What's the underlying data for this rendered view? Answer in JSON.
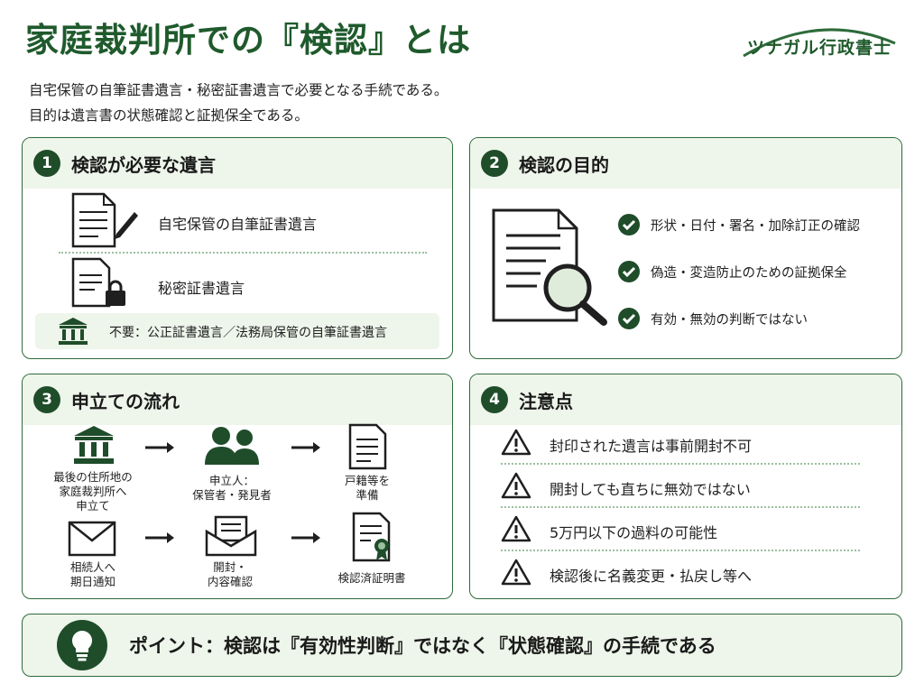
{
  "header": {
    "title": "家庭裁判所での『検認』とは",
    "brand": "ツナガル行政書士",
    "subtitle_lines": [
      "自宅保管の自筆証書遺言・秘密証書遺言で必要となる手続である。",
      "目的は遺言書の状態確認と証拠保全である。"
    ]
  },
  "sections": {
    "required": {
      "number": "1",
      "title": "検認が必要な遺言",
      "items": [
        "自宅保管の自筆証書遺言",
        "秘密証書遺言"
      ],
      "note": "不要：公正証書遺言／法務局保管の自筆証書遺言"
    },
    "purpose": {
      "number": "2",
      "title": "検認の目的",
      "items": [
        "形状・日付・署名・加除訂正の確認",
        "偽造・変造防止のための証拠保全",
        "有効・無効の判断ではない"
      ]
    },
    "flow": {
      "number": "3",
      "title": "申立ての流れ",
      "steps": [
        [
          "最後の住所地の",
          "家庭裁判所へ",
          "申立て"
        ],
        [
          "申立人：",
          "保管者・発見者"
        ],
        [
          "戸籍等を",
          "準備"
        ],
        [
          "相続人へ",
          "期日通知"
        ],
        [
          "開封・",
          "内容確認"
        ],
        [
          "検認済証明書"
        ]
      ]
    },
    "cautions": {
      "number": "4",
      "title": "注意点",
      "items": [
        "封印された遺言は事前開封不可",
        "開封しても直ちに無効ではない",
        "5万円以下の過料の可能性",
        "検認後に名義変更・払戻し等へ"
      ]
    }
  },
  "point": {
    "text": "ポイント：検認は『有効性判断』ではなく『状態確認』の手続である"
  },
  "colors": {
    "primary": "#1f4d2a",
    "accent_text": "#1f5a2c",
    "panel_bg": "#eef5ea",
    "border": "#2e6b3a"
  },
  "icons": [
    "document-pen-icon",
    "document-lock-icon",
    "court-building-icon",
    "magnifier-document-icon",
    "check-icon",
    "people-icon",
    "registry-document-icon",
    "envelope-icon",
    "open-envelope-icon",
    "certificate-icon",
    "arrow-right-icon",
    "warning-icon",
    "lightbulb-icon"
  ]
}
